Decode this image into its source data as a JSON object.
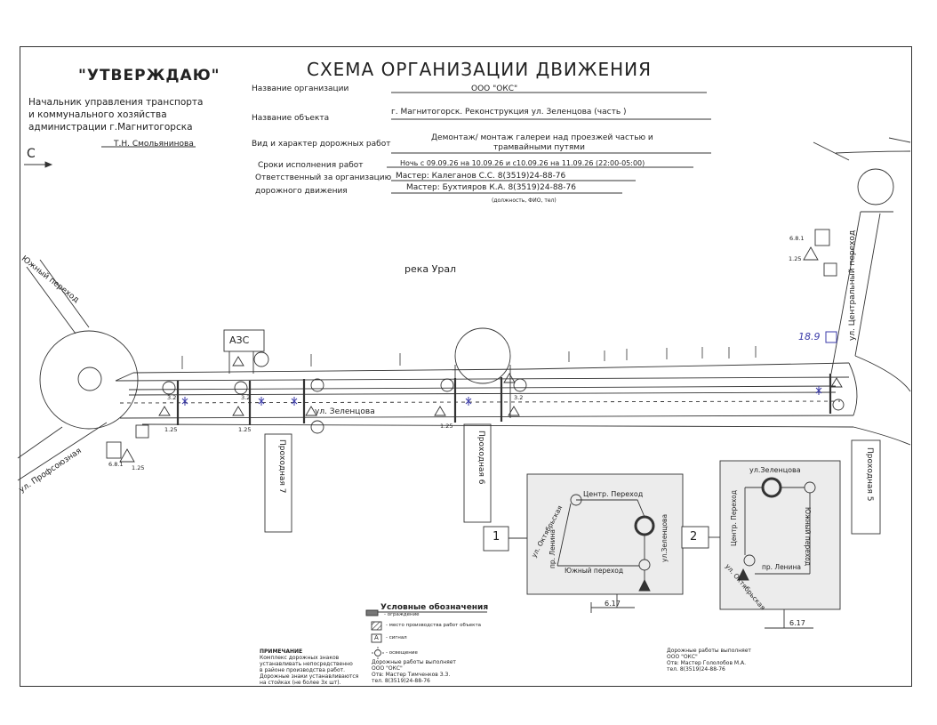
{
  "header": {
    "approve_title": "\"УТВЕРЖДАЮ\"",
    "approver_lines": [
      "Начальник управления транспорта",
      "и коммунального хозяйства",
      "администрации г.Магнитогорска"
    ],
    "approver_signature": "Т.Н. Смольянинова",
    "sheet_letter": "С",
    "schema_title": "СХЕМА ОРГАНИЗАЦИИ ДВИЖЕНИЯ"
  },
  "form": {
    "org_label": "Название организации",
    "org_value": "ООО \"ОКС\"",
    "object_label": "Название объекта",
    "object_value": "г. Магнитогорск. Реконструкция ул. Зеленцова (часть )",
    "works_label": "Вид и характер дорожных работ",
    "works_value_1": "Демонтаж/ монтаж галереи над проезжей частью и",
    "works_value_2": "трамвайными путями",
    "dates_label": "Сроки исполнения работ",
    "dates_value": "Ночь с 09.09.26 на 10.09.26 и с10.09.26 на 11.09.26 (22:00-05:00)",
    "resp_label_1": "Ответственный за организацию",
    "resp_label_2": "дорожного движения",
    "resp_value_1": "Мастер: Калеганов С.С. 8(3519)24-88-76",
    "resp_value_2": "Мастер: Бухтияров К.А. 8(3519)24-88-76",
    "resp_caption": "(должность, ФИО, тел)"
  },
  "map": {
    "river": "река Урал",
    "street_zelentsova": "ул. Зеленцова",
    "street_yuzhny": "Южный переход",
    "street_profsoyuznaya": "ул. Профсоюзная",
    "street_tsentralny": "ул. Центральный переход",
    "azs": "АЗС",
    "gate_7": "Проходная 7",
    "gate_6": "Проходная 6",
    "gate_5": "Проходная 5",
    "sign_6_8_1": "6.8.1",
    "sign_1_25": "1.25",
    "sign_3_2": "3.2",
    "handwritten": "18.9"
  },
  "detour1": {
    "number": "1",
    "tsentr": "Центр. Переход",
    "oktyabrskaya": "ул. Октябрьская",
    "lenina": "пр. Ленина",
    "zelentsova": "ул.Зеленцова",
    "yuzhny": "Южный переход",
    "sign": "6.17"
  },
  "detour2": {
    "number": "2",
    "zelentsova": "ул.Зеленцова",
    "tsentr": "Центр. Переход",
    "oktyabrskaya": "ул. Октябрьская",
    "lenina": "пр. Ленина",
    "yuzhny": "Южный переход",
    "sign": "6.17"
  },
  "legend": {
    "title": "Условные обозначения",
    "fence": "- ограждение",
    "work_area": "- место производства работ объекта",
    "sign": "- сигнал",
    "light": "- освещение",
    "sign_letter": "А"
  },
  "notes": {
    "note_title": "ПРИМЕЧАНИЕ",
    "note_lines": [
      "Комплекс дорожных знаков",
      "устанавливать непосредственно",
      "в районе производства работ.",
      "Дорожные знаки устанавливаются",
      "на стойках (не более 3х шт)."
    ],
    "center_lines": [
      "Дорожные работы выполняет",
      "ООО \"ОКС\"",
      "Отв: Мастер Тимченков З.З.",
      "тел. 8(3519)24-88-76"
    ],
    "right_lines": [
      "Дорожные работы выполняет",
      "ООО \"ОКС\"",
      "Отв: Мастер Гололобов М.А.",
      "тел. 8(3519)24-88-76"
    ]
  },
  "colors": {
    "ink": "#2a2a2a",
    "blue_mark": "#3a3aa8",
    "grey_box": "#ececec"
  }
}
